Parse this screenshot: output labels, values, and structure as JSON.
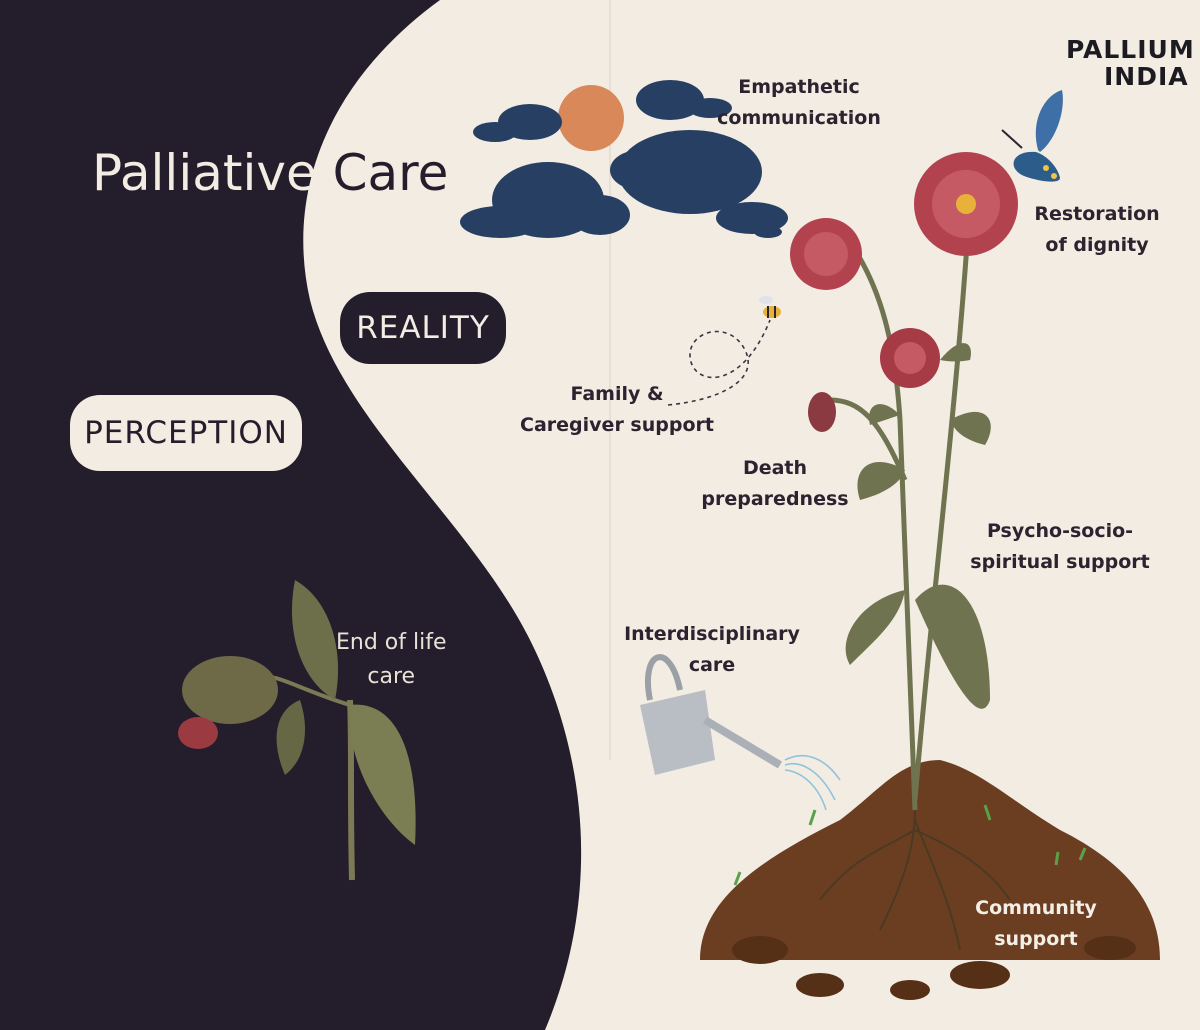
{
  "title": {
    "part1": "Palliative",
    "part2": "Care"
  },
  "logo": {
    "line1": "PALLIUM",
    "line2": "INDIA"
  },
  "pills": {
    "reality": "REALITY",
    "perception": "PERCEPTION"
  },
  "labels": {
    "empathetic": {
      "line1": "Empathetic",
      "line2": "communication"
    },
    "dignity": {
      "line1": "Restoration",
      "line2": "of dignity"
    },
    "family": {
      "line1": "Family &",
      "line2": "Caregiver support"
    },
    "death": {
      "line1": "Death",
      "line2": "preparedness"
    },
    "psycho": {
      "line1": "Psycho-socio-",
      "line2": "spiritual support"
    },
    "interdisciplinary": {
      "line1": "Interdisciplinary",
      "line2": "care"
    },
    "end_of_life": {
      "line1": "End of life",
      "line2": "care"
    },
    "community": {
      "line1": "Community",
      "line2": "support"
    }
  },
  "colors": {
    "dark_bg": "#241d2b",
    "light_bg": "#f2ece2",
    "cloud": "#263f63",
    "sun": "#d9885a",
    "flower": "#b2434e",
    "leaf": "#6f7350",
    "soil": "#6b3e22"
  }
}
